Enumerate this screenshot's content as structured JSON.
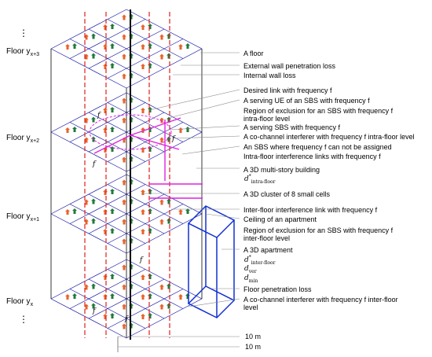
{
  "floors": [
    {
      "prefix": "Floor y",
      "sub": "x+3"
    },
    {
      "prefix": "Floor y",
      "sub": "x+2"
    },
    {
      "prefix": "Floor y",
      "sub": "x+1"
    },
    {
      "prefix": "Floor y",
      "sub": "x"
    }
  ],
  "ellipsis": "⋮",
  "legend": [
    "A floor",
    "External wall penetration loss",
    "Internal wall loss",
    "Desired link with frequency f",
    "A serving UE of an SBS with frequency f",
    "Region of exclusion for an SBS with frequency f intra-floor level",
    "A serving SBS with frequency f",
    "A co-channel interferer with frequency f intra-floor level",
    "An SBS where frequency f can not be assigned",
    "Intra-floor interference links with frequency f",
    "A 3D multi-story building",
    "A 3D cluster of 8 small cells",
    "Inter-floor interference link with frequency f",
    "Ceiling of an apartment",
    "Region of exclusion for an SBS with frequency f inter-floor level",
    "A 3D apartment",
    "Floor penetration loss",
    "A co-channel interferer with frequency f inter-floor level"
  ],
  "vars": {
    "d_intra": {
      "main": "d",
      "sup": "*",
      "sub": "intra-floor"
    },
    "d_inter": {
      "main": "d",
      "sup": "*",
      "sub": "inter-floor"
    },
    "d_ver": {
      "main": "d",
      "sub": "ver"
    },
    "d_min": {
      "main": "d",
      "sub": "min"
    }
  },
  "dims": [
    "10 m",
    "10 m"
  ],
  "f_mark": "f",
  "colors": {
    "grid": "#1a1aa8",
    "sbs_orange": "#e8622a",
    "ue_green": "#1f7a3a",
    "red_dash": "#e01f1f",
    "magenta": "#e020e0",
    "apartment_blue": "#1030d0"
  }
}
